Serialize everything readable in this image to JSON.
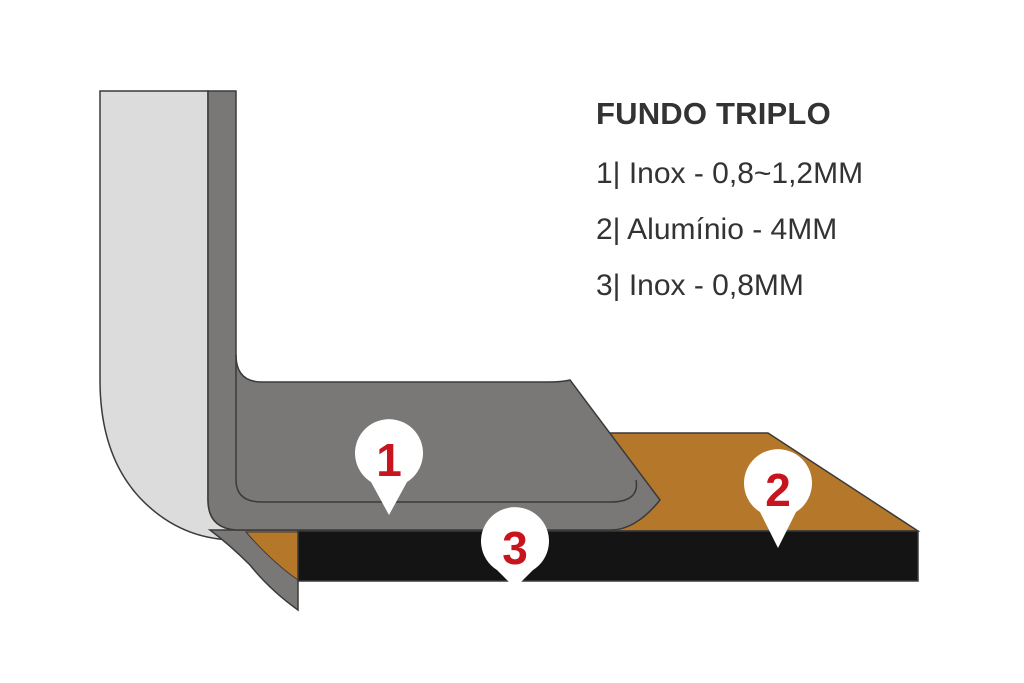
{
  "legend": {
    "title": "FUNDO TRIPLO",
    "items": [
      "1| Inox - 0,8~1,2MM",
      "2| Alumínio - 4MM",
      "3| Inox - 0,8MM"
    ]
  },
  "markers": [
    {
      "label": "1",
      "layer": "inox-inner"
    },
    {
      "label": "2",
      "layer": "aluminium"
    },
    {
      "label": "3",
      "layer": "inox-outer"
    }
  ],
  "colors": {
    "wall_light": "#dcdcdc",
    "wall_dark": "#7a7876",
    "aluminium": "#b5782a",
    "base_black": "#141414",
    "marker_text": "#c8141e",
    "outline": "#3a3a3a"
  }
}
